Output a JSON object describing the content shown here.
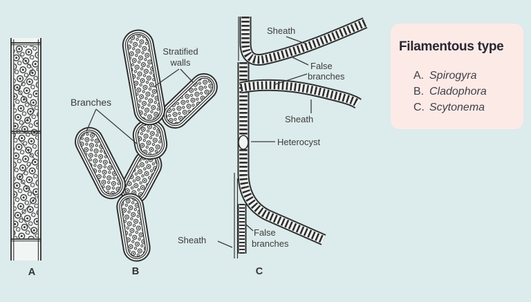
{
  "page": {
    "background": "#dcebeb",
    "ink": "#2e2e2e",
    "paper": "#f1f5f4"
  },
  "panel": {
    "title": "Filamentous type",
    "bg": "#fceae7",
    "items": [
      {
        "prefix": "A.",
        "name": "Spirogyra"
      },
      {
        "prefix": "B.",
        "name": "Cladophora"
      },
      {
        "prefix": "C.",
        "name": "Scytonema"
      }
    ]
  },
  "figure": {
    "labels": {
      "branches": "Branches",
      "stratified_line1": "Stratified",
      "stratified_line2": "walls",
      "sheath_top": "Sheath",
      "false_top_line1": "False",
      "false_top_line2": "branches",
      "sheath_mid": "Sheath",
      "heterocyst": "Heterocyst",
      "false_bottom_line1": "False",
      "false_bottom_line2": "branches",
      "sheath_bottom": "Sheath",
      "letter_a": "A",
      "letter_b": "B",
      "letter_c": "C"
    }
  }
}
